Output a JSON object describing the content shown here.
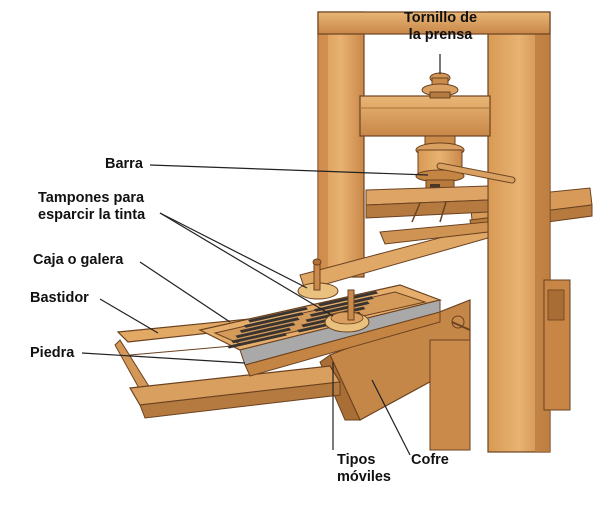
{
  "diagram": {
    "labels": {
      "tornillo": "Tornillo de\nla prensa",
      "barra": "Barra",
      "tampones": "Tampones para\nesparcir la tinta",
      "caja": "Caja o galera",
      "bastidor": "Bastidor",
      "piedra": "Piedra",
      "tipos": "Tipos\nmóviles",
      "cofre": "Cofre"
    },
    "colors": {
      "wood_light": "#e2a965",
      "wood_mid": "#c98a4a",
      "wood_dark": "#9c6430",
      "outline": "#6b4220",
      "type_dark": "#3a3430",
      "leader": "#222222"
    }
  }
}
